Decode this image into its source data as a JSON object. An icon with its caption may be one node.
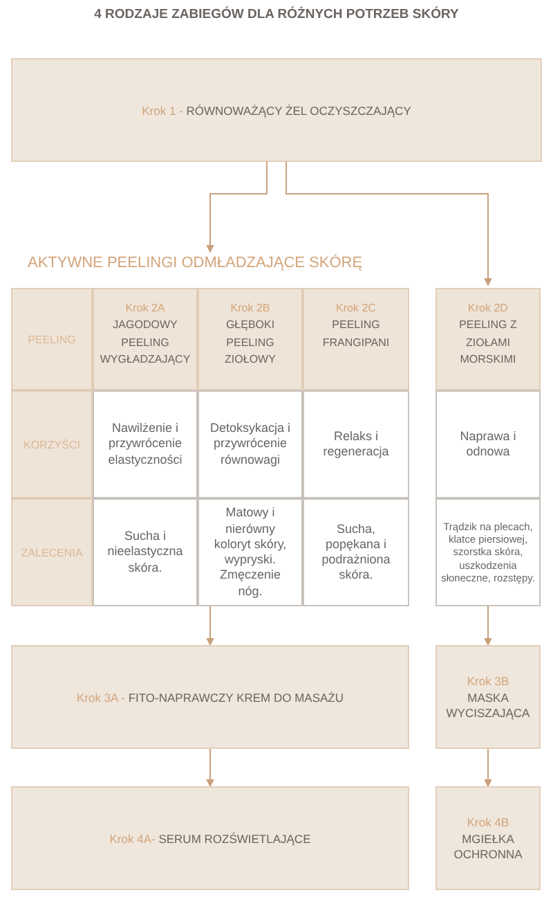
{
  "diagram": {
    "title": "4 RODZAJE ZABIEGÓW DLA RÓŻNYCH POTRZEB SKÓRY",
    "nodes": [
      {
        "text": [
          "Krok 1 -",
          "RÓWNOWAŻĄCY ŻEL OCZYSZCZAJĄCY"
        ]
      },
      {
        "text": [
          "AKTYWNE PEELINGI ODMŁADZAJĄCE SKÓRĘ"
        ]
      },
      {
        "text": [
          "PEELING"
        ],
        "in": 1
      },
      {
        "text": [
          "Krok 2A",
          "JAGODOWY PEELING WYGŁADZAJĄCY"
        ],
        "in": 1
      },
      {
        "text": [
          "Krok 2B",
          "GŁĘBOKI PEELING ZIOŁOWY"
        ],
        "in": 1
      },
      {
        "text": [
          "Krok 2C",
          "PEELING FRANGIPANI"
        ],
        "in": 1
      },
      {
        "text": [
          "Krok 2D",
          "PEELING Z ZIOŁAMI MORSKIMI"
        ]
      },
      {
        "text": [
          "KORZYŚCI"
        ],
        "in": 1
      },
      {
        "text": [
          "Nawilżenie i przywrócenie elastyczności"
        ],
        "in": 1
      },
      {
        "text": [
          "Detoksykacja i przywrócenie równowagi"
        ],
        "in": 1
      },
      {
        "text": [
          "Relaks i regeneracja"
        ],
        "in": 1
      },
      {
        "text": [
          "Naprawa i odnowa"
        ]
      },
      {
        "text": [
          "ZALECENIA"
        ],
        "in": 1
      },
      {
        "text": [
          "Sucha i nieelastyczna skóra."
        ],
        "in": 1
      },
      {
        "text": [
          "Matowy i nierówny koloryt skóry, wypryski. Zmęczenie nóg."
        ],
        "in": 1
      },
      {
        "text": [
          "Sucha, popękana i podrażniona skóra."
        ],
        "in": 1
      },
      {
        "text": [
          "Trądzik na plecach, klatce piersiowej, szorstka skóra, uszkodzenia słoneczne, rozstępy."
        ]
      },
      {
        "text": [
          "Krok 3A -",
          "FITO-NAPRAWCZY KREM DO MASAŻU"
        ]
      },
      {
        "text": [
          "Krok 3B",
          "MASKA WYCISZAJĄCA"
        ]
      },
      {
        "text": [
          "Krok 4A-",
          "SERUM ROZŚWIETLAJĄCE"
        ]
      },
      {
        "text": [
          "Krok 4B",
          "MGIEŁKA OCHRONNA"
        ]
      }
    ],
    "edges": [
      {
        "from": 0,
        "to": 1,
        "arrow": "to"
      },
      {
        "from": 0,
        "to": 6,
        "arrow": "to"
      },
      {
        "from": 1,
        "to": 17,
        "arrow": "to"
      },
      {
        "from": 16,
        "to": 18,
        "arrow": "to"
      },
      {
        "from": 17,
        "to": 19,
        "arrow": "to"
      },
      {
        "from": 18,
        "to": 20,
        "arrow": "to"
      }
    ]
  }
}
